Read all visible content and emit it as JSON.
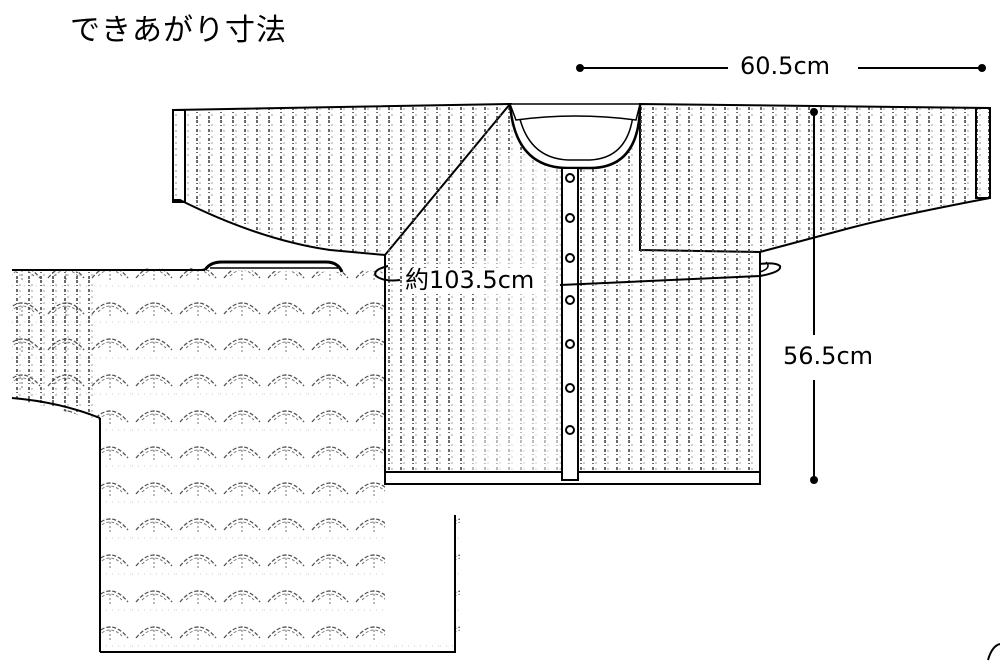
{
  "title": "できあがり寸法",
  "dimensions": {
    "sleeve_length": "60.5cm",
    "body_length": "56.5cm",
    "chest": "約103.5cm"
  }
}
